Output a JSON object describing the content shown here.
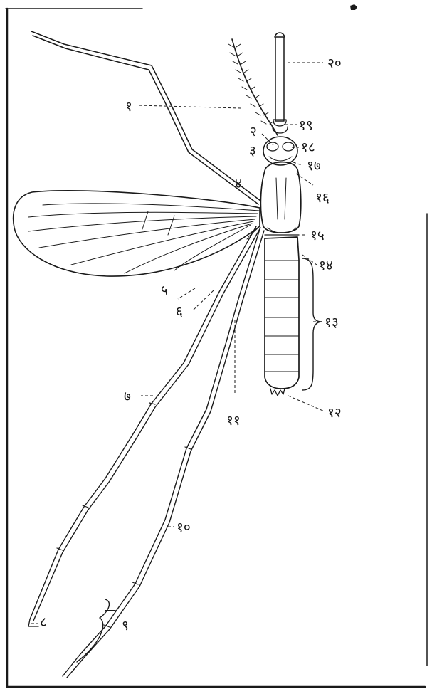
{
  "figure": {
    "subject": "crane-fly",
    "labels": [
      {
        "id": "l1",
        "text": "१"
      },
      {
        "id": "l2",
        "text": "२"
      },
      {
        "id": "l3",
        "text": "३"
      },
      {
        "id": "l4",
        "text": "४"
      },
      {
        "id": "l5",
        "text": "५"
      },
      {
        "id": "l6",
        "text": "६"
      },
      {
        "id": "l7",
        "text": "७"
      },
      {
        "id": "l8",
        "text": "८"
      },
      {
        "id": "l9",
        "text": "९"
      },
      {
        "id": "l10",
        "text": "१०"
      },
      {
        "id": "l11",
        "text": "११"
      },
      {
        "id": "l12",
        "text": "१२"
      },
      {
        "id": "l13",
        "text": "१३"
      },
      {
        "id": "l14",
        "text": "१४"
      },
      {
        "id": "l15",
        "text": "१५"
      },
      {
        "id": "l16",
        "text": "१६"
      },
      {
        "id": "l17",
        "text": "१७"
      },
      {
        "id": "l18",
        "text": "१८"
      },
      {
        "id": "l19",
        "text": "१९"
      },
      {
        "id": "l20",
        "text": "२०"
      }
    ]
  }
}
